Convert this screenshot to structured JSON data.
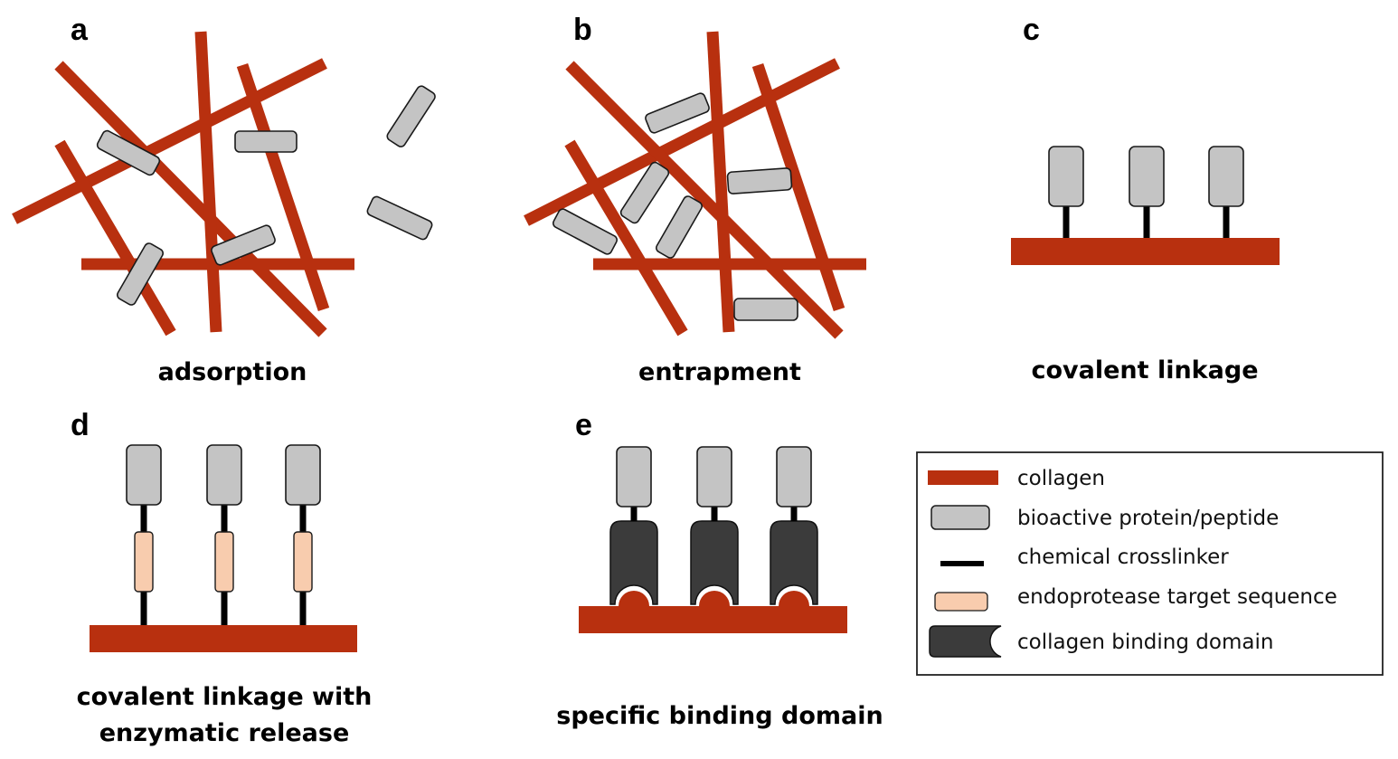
{
  "colors": {
    "collagen": "#b8300f",
    "protein": "#c4c4c4",
    "crosslinker": "#000000",
    "endoprotease": "#f8ccae",
    "binding_domain": "#3b3b3b"
  },
  "panels": {
    "a": {
      "letter": "a",
      "caption": "adsorption"
    },
    "b": {
      "letter": "b",
      "caption": "entrapment"
    },
    "c": {
      "letter": "c",
      "caption": "covalent linkage"
    },
    "d": {
      "letter": "d",
      "caption_line1": "covalent linkage with",
      "caption_line2": "enzymatic release"
    },
    "e": {
      "letter": "e",
      "caption": "specific binding domain"
    }
  },
  "legend": {
    "items": [
      {
        "icon": "collagen-swatch",
        "label": "collagen"
      },
      {
        "icon": "protein-swatch",
        "label": "bioactive protein/peptide"
      },
      {
        "icon": "crosslinker-swatch",
        "label": "chemical crosslinker"
      },
      {
        "icon": "endoprotease-swatch",
        "label": "endoprotease target sequence"
      },
      {
        "icon": "binding-domain-swatch",
        "label": "collagen binding domain"
      }
    ]
  }
}
